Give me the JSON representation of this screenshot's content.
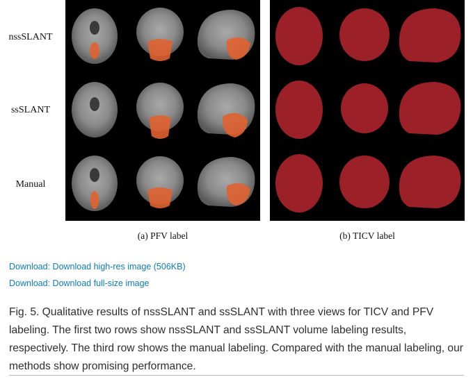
{
  "figure": {
    "row_labels": [
      "nssSLANT",
      "ssSLANT",
      "Manual"
    ],
    "panel_a_caption": "(a) PFV label",
    "panel_b_caption": "(b) TICV label",
    "label_colors": {
      "pfv": "#e0622f",
      "ticv": "#a8232a"
    }
  },
  "downloads": {
    "high_res": "Download: Download high-res image (506KB)",
    "full_size": "Download: Download full-size image"
  },
  "caption": "Fig. 5. Qualitative results of nssSLANT and ssSLANT with three views for TICV and PFV labeling. The first two rows show nssSLANT and ssSLANT volume labeling results, respectively. The third row shows the manual labeling. Compared with the manual labeling, our methods show promising performance."
}
